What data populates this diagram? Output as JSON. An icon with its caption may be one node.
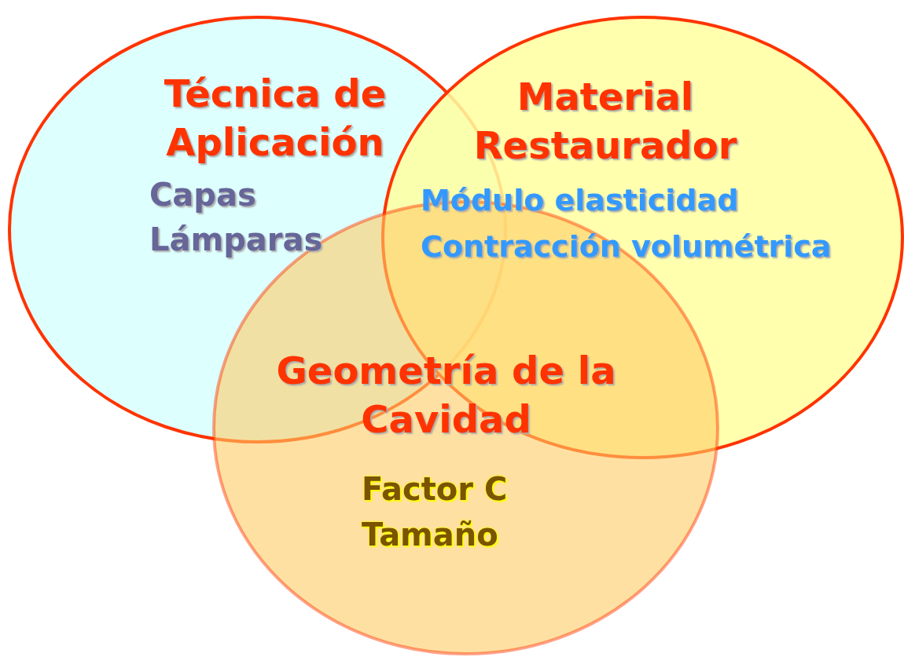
{
  "diagram": {
    "nodes": [
      {
        "text": [
          "Técnica de Aplicación",
          "Capas",
          "Lámparas"
        ]
      },
      {
        "text": [
          "Material Restaurador",
          "Módulo elasticidad",
          "Contracción volumétrica"
        ]
      },
      {
        "text": [
          "Geometría de la Cavidad",
          "Factor C",
          "Tamaño"
        ]
      }
    ]
  }
}
